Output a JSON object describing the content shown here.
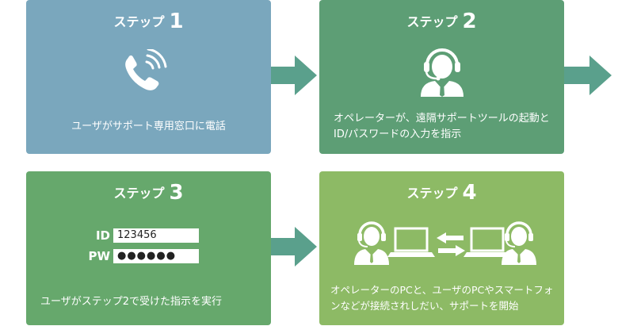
{
  "steps": [
    {
      "label": "ステップ",
      "number": "1",
      "description": "ユーザがサポート専用窓口に電話",
      "icon": "phone-icon"
    },
    {
      "label": "ステップ",
      "number": "2",
      "description": "オペレーターが、遠隔サポートツールの起動とID/パスワードの入力を指示",
      "icon": "operator-headset-icon"
    },
    {
      "label": "ステップ",
      "number": "3",
      "description": "ユーザがステップ2で受けた指示を実行",
      "id_label": "ID",
      "id_value": "123456",
      "pw_label": "PW",
      "pw_value": "●●●●●●"
    },
    {
      "label": "ステップ",
      "number": "4",
      "description": "オペレーターのPCと、ユーザのPCやスマートフォンなどが接続されしだい、サポートを開始",
      "icon": "pc-connection-icon"
    }
  ],
  "colors": {
    "step1": "#7aa7bd",
    "step2": "#5d9e75",
    "step3": "#66a86c",
    "step4": "#8dba65",
    "arrow": "#5aa08c"
  }
}
